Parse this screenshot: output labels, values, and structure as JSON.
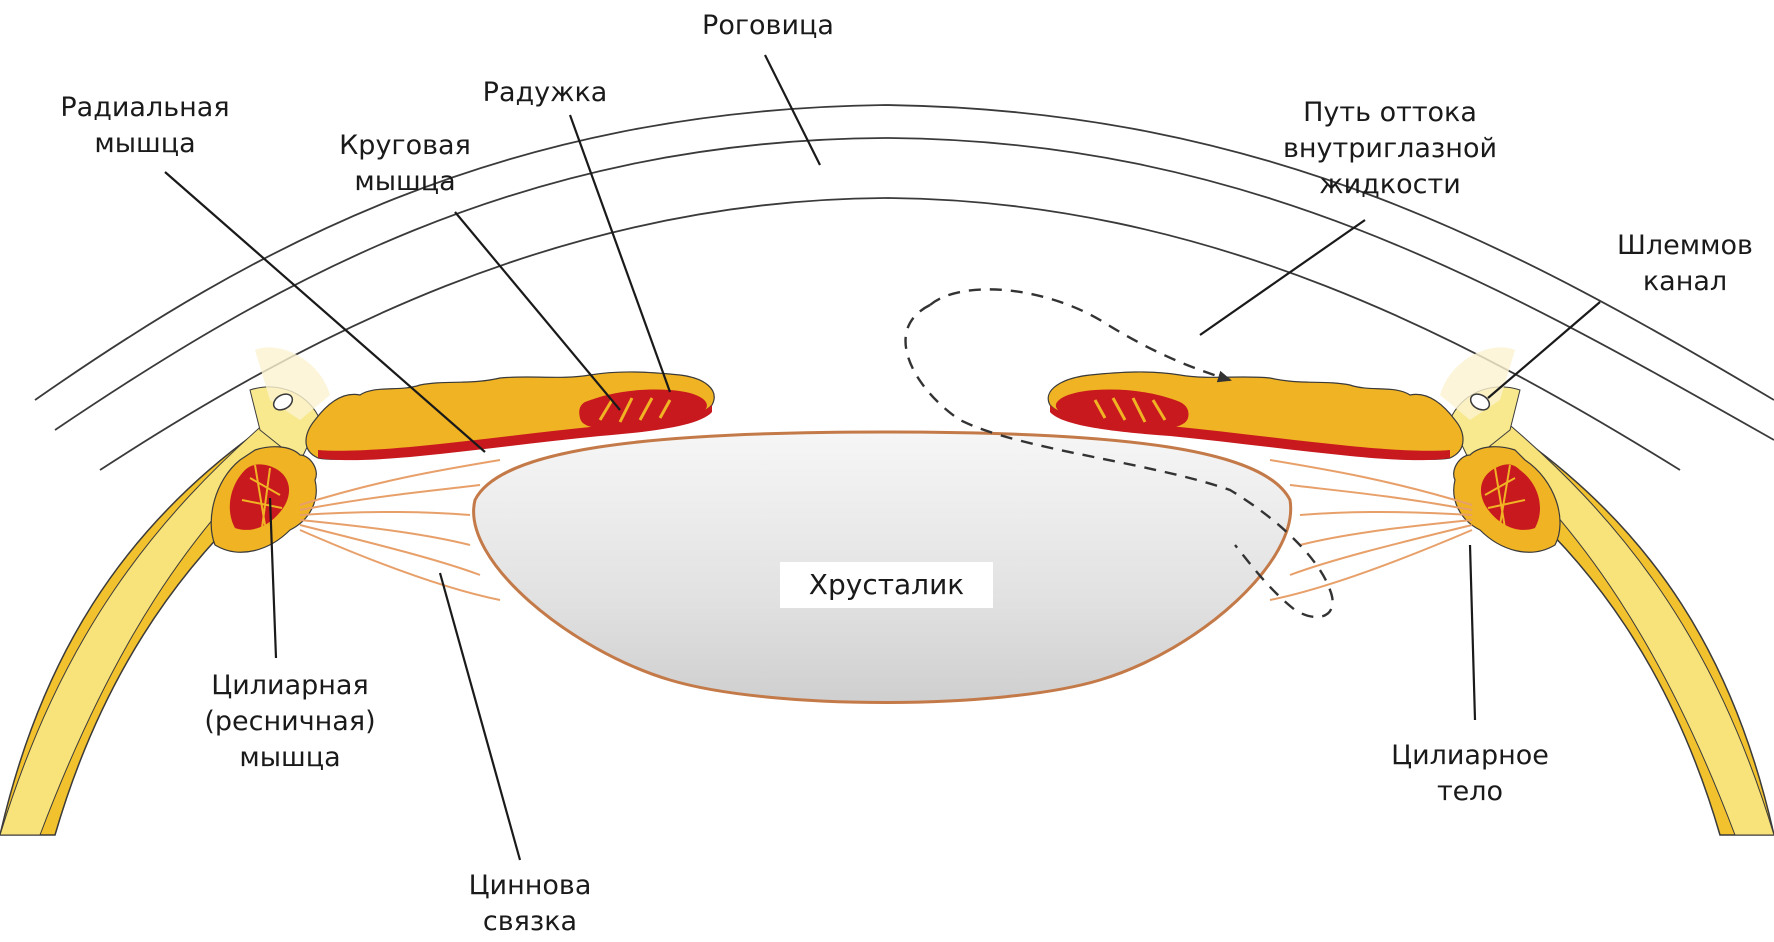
{
  "diagram": {
    "labels": {
      "cornea": "Роговица",
      "radial_muscle": [
        "Радиальная",
        "мышца"
      ],
      "iris": "Радужка",
      "circular_muscle": [
        "Круговая",
        "мышца"
      ],
      "outflow_path": [
        "Путь оттока",
        "внутриглазной",
        "жидкости"
      ],
      "schlemm_canal": [
        "Шлеммов",
        "канал"
      ],
      "lens": "Хрусталик",
      "ciliary_muscle": [
        "Цилиарная",
        "(ресничная)",
        "мышца"
      ],
      "zinn_ligament": [
        "Циннова",
        "связка"
      ],
      "ciliary_body": [
        "Цилиарное",
        "тело"
      ]
    },
    "colors": {
      "sclera_yellow": "#f2c12e",
      "sclera_light": "#f8e27a",
      "iris_orange": "#f0b323",
      "muscle_red": "#c8191e",
      "lens_fill": "#e4e4e4",
      "zonule": "#e8a06a",
      "outline": "#3a3a3a"
    }
  }
}
